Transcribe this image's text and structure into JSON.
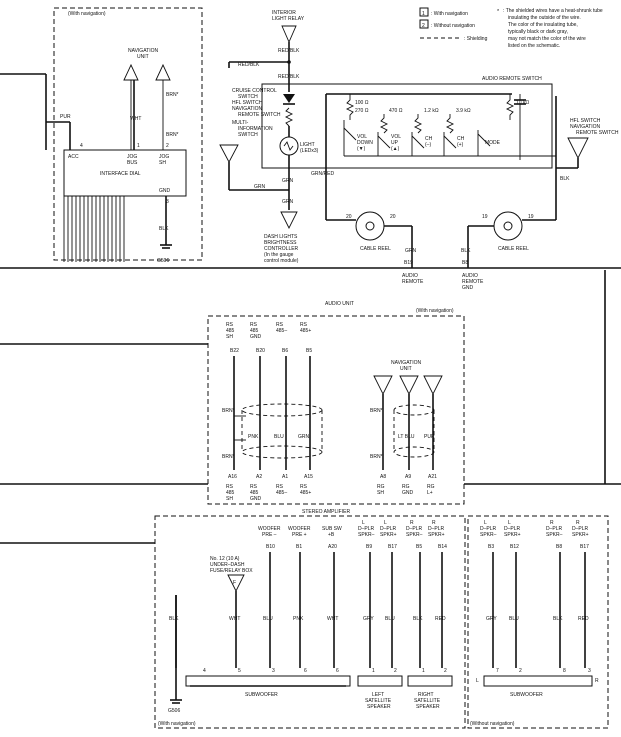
{
  "legend": {
    "one_label": "1",
    "one_text": ": With navigation",
    "two_label": "2",
    "two_text": ": Without navigation",
    "shield_text": ": Shielding",
    "note_star": "*",
    "note_lines": [
      ": The shielded wires have a heat-shrunk tube",
      "insulating the outside of the wire.",
      "The color of the insulating tube,",
      "typically black or dark gray,",
      "may not match the color of the wire",
      "listed on the schematic."
    ]
  },
  "top": {
    "with_nav": "(With navigation)",
    "nav_unit": [
      "NAVIGATION",
      "UNIT"
    ],
    "interface_dial": "INTERFACE DIAL",
    "acc": "ACC",
    "jog_bus": [
      "JOG",
      "BUS"
    ],
    "jog_sh": [
      "JOG",
      "SH"
    ],
    "gnd": "GND",
    "pin4": "4",
    "pin1": "1",
    "pin2": "2",
    "pin3": "3",
    "pur": "PUR",
    "wht": "WHT",
    "brn1": "BRN*",
    "brn2": "BRN*",
    "blk": "BLK",
    "g506": "G506",
    "relay": [
      "INTERIOR",
      "LIGHT RELAY"
    ],
    "red_blk_1": "RED/BLK",
    "red_blk_2": "RED/BLK",
    "red_blk_3": "RED/BLK",
    "cruise": [
      "CRUISE CONTROL",
      "SWITCH",
      "HFL SWITCH",
      "NAVIGATION",
      "REMOTE SWITCH",
      "MULTI-",
      "INFORMATION",
      "SWITCH"
    ],
    "light": [
      "LIGHT",
      "(LEDx3)"
    ],
    "grn_a": "GRN",
    "grn_b": "GRN",
    "grn_c": "GRN",
    "dash_lights": [
      "DASH LIGHTS",
      "BRIGHTNESS",
      "CONTROLLER",
      "(In the gauge",
      "control module)"
    ],
    "ars_title": "AUDIO REMOTE SWITCH",
    "res": [
      "100 Ω",
      "270 Ω",
      "470 Ω",
      "1.2 kΩ",
      "3.9 kΩ",
      "10 kΩ"
    ],
    "sw_vol_down": [
      "VOL",
      "DOWN",
      "(▼)"
    ],
    "sw_vol_up": [
      "VOL",
      "UP",
      "(▲)"
    ],
    "sw_ch_minus": [
      "CH",
      "(–)"
    ],
    "sw_ch_plus": [
      "CH",
      "(+)"
    ],
    "sw_mode": "MODE",
    "hfl_right": [
      "HFL SWITCH",
      "NAVIGATION",
      "REMOTE SWITCH"
    ],
    "grn_red": "GRN/RED",
    "blk_r": "BLK",
    "reel_l_pins": [
      "20",
      "20"
    ],
    "reel_r_pins": [
      "19",
      "19"
    ],
    "cable_reel_l": "CABLE REEL",
    "cable_reel_r": "CABLE REEL",
    "grn_d": "GRN",
    "blk_d": "BLK",
    "b19": "B19",
    "b8": "B8",
    "audio_remote": [
      "AUDIO",
      "REMOTE"
    ],
    "audio_remote_gnd": [
      "AUDIO",
      "REMOTE",
      "GND"
    ]
  },
  "mid": {
    "audio_unit": "AUDIO UNIT",
    "with_nav": "(With navigation)",
    "hdr": [
      [
        "RS",
        "485",
        "SH"
      ],
      [
        "RS",
        "485",
        "GND"
      ],
      [
        "RS",
        "485–"
      ],
      [
        "RS",
        "485+"
      ]
    ],
    "pins_top": [
      "B22",
      "B20",
      "B6",
      "B5"
    ],
    "brn_a": "BRN*",
    "brn_b": "BRN*",
    "wires": [
      "PNK",
      "BLU",
      "GRN"
    ],
    "pins_bot": [
      "A16",
      "A2",
      "A1",
      "A15"
    ],
    "ftr": [
      [
        "RS",
        "485",
        "SH"
      ],
      [
        "RS",
        "485",
        "GND"
      ],
      [
        "RS",
        "485–"
      ],
      [
        "RS",
        "485+"
      ]
    ],
    "nav_unit": [
      "NAVIGATION",
      "UNIT"
    ],
    "nav_brn_a": "BRN*",
    "nav_brn_b": "BRN*",
    "nav_wires": [
      "LT BLU",
      "PUR"
    ],
    "nav_pins": [
      "A8",
      "A9",
      "A21"
    ],
    "nav_ftr": [
      [
        "RG",
        "SH"
      ],
      [
        "RG",
        "GND"
      ],
      [
        "RG",
        "L+"
      ]
    ]
  },
  "bottom": {
    "stereo_amp": "STEREO AMPLIFIER",
    "hdr": [
      [
        "WOOFER",
        "PRE –"
      ],
      [
        "WOOFER",
        "PRE +"
      ],
      [
        "SUB SW",
        "+B"
      ],
      [
        "L",
        "D–PLR",
        "SPKR–"
      ],
      [
        "L",
        "D–PLR",
        "SPKR+"
      ],
      [
        "R",
        "D–PLR",
        "SPKR–"
      ],
      [
        "R",
        "D–PLR",
        "SPKR+"
      ]
    ],
    "pins": [
      "B10",
      "B1",
      "A20",
      "B9",
      "B17",
      "B5",
      "B14"
    ],
    "fuse": [
      "No. 12 (10 A)",
      "UNDER–DASH",
      "FUSE/RELAY BOX"
    ],
    "f_letter": "F",
    "wires": [
      "BLK",
      "WHT",
      "BLU",
      "PNK",
      "WHT",
      "GRY",
      "BLU",
      "BLK",
      "RED"
    ],
    "sub_pins": [
      "4",
      "5",
      "3",
      "6",
      "6"
    ],
    "left_pins": [
      "1",
      "2"
    ],
    "right_pins": [
      "1",
      "2"
    ],
    "subwoofer": "SUBWOOFER",
    "left_spk": [
      "LEFT",
      "SATELLITE",
      "SPEAKER"
    ],
    "right_spk": [
      "RIGHT",
      "SATELLITE",
      "SPEAKER"
    ],
    "g506": "G506",
    "with_nav": "(With navigation)",
    "wo_hdr": [
      [
        "L",
        "D–PLR",
        "SPKR–"
      ],
      [
        "L",
        "D–PLR",
        "SPKR+"
      ],
      [
        "R",
        "D–PLR",
        "SPKR–"
      ],
      [
        "R",
        "D–PLR",
        "SPKR+"
      ]
    ],
    "wo_pins": [
      "B3",
      "B12",
      "B8",
      "B17"
    ],
    "wo_wires": [
      "GRY",
      "BLU",
      "BLK",
      "RED"
    ],
    "wo_sub_pins": [
      "7",
      "2",
      "8",
      "3"
    ],
    "wo_l": "L",
    "wo_r": "R",
    "wo_subwoofer": "SUBWOOFER",
    "wo_nav": "(Without navigation)"
  }
}
